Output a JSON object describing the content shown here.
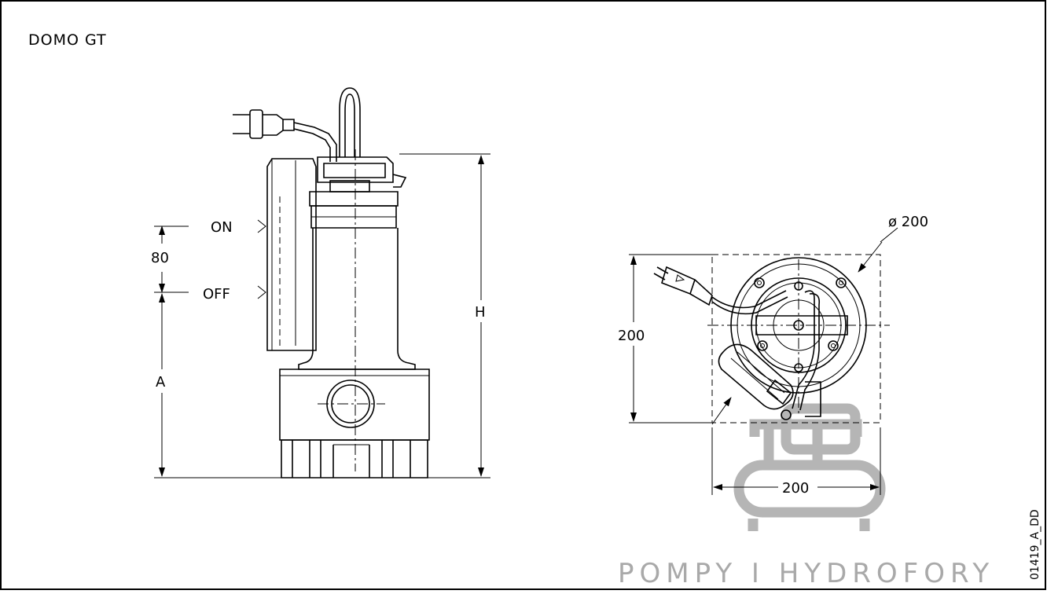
{
  "drawing": {
    "title": "DOMO GT",
    "code": "01419_A_DD"
  },
  "front_view": {
    "switch_on_label": "ON",
    "switch_off_label": "OFF",
    "switch_gap_label": "80",
    "height_label": "H",
    "switch_height_label": "A"
  },
  "top_view": {
    "diameter_label": "ø 200",
    "depth_label": "200",
    "width_label": "200"
  },
  "watermark": {
    "text": "POMPY I HYDROFORY"
  },
  "colors": {
    "line": "#000000",
    "watermark": "#a9a9a9",
    "background": "#ffffff"
  }
}
